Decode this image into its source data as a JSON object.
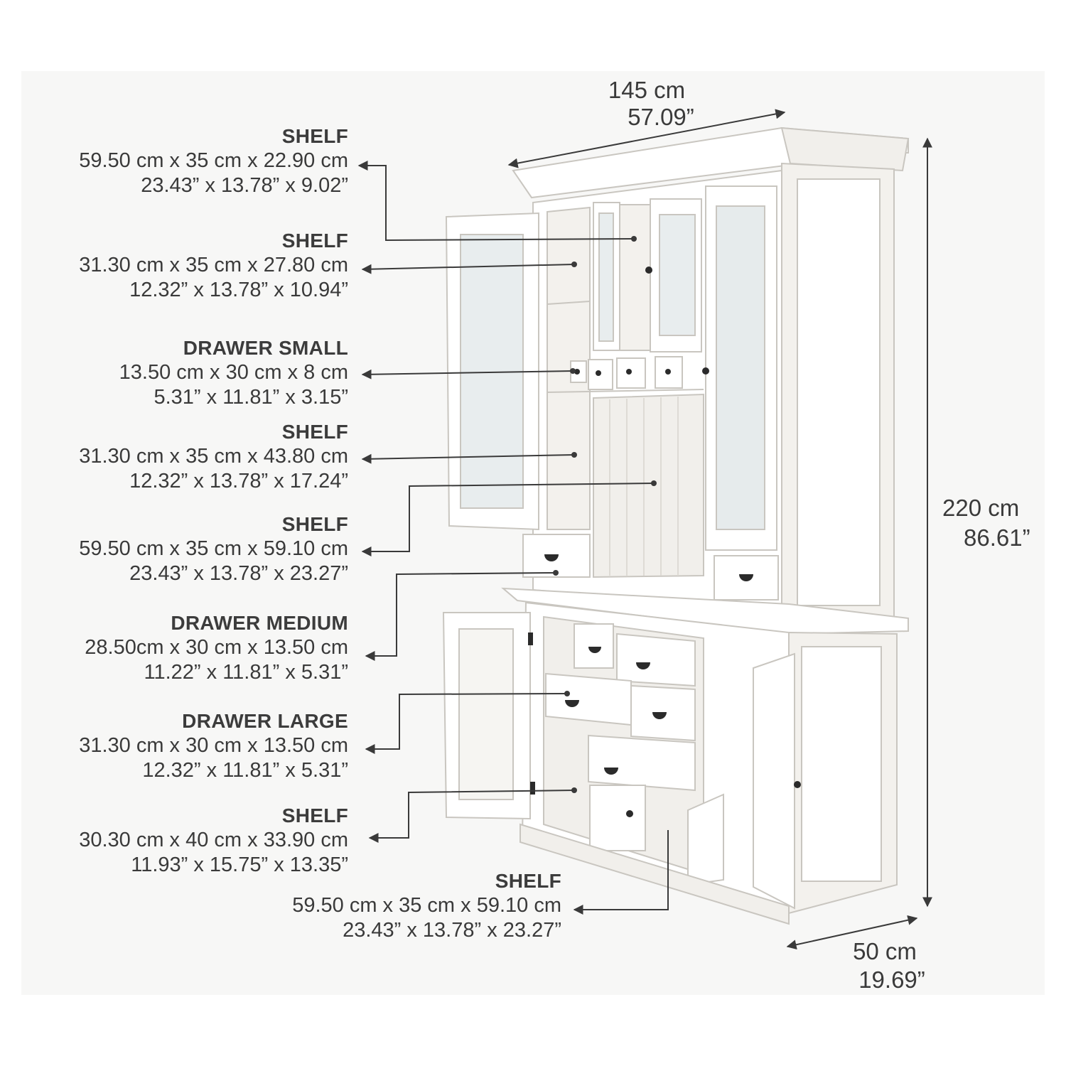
{
  "overall": {
    "width_cm": "145 cm",
    "width_in": "57.09”",
    "height_cm": "220 cm",
    "height_in": "86.61”",
    "depth_cm": "50 cm",
    "depth_in": "19.69”"
  },
  "callouts": [
    {
      "title": "SHELF",
      "metric": "59.50 cm x 35 cm x 22.90 cm",
      "imperial": "23.43” x 13.78” x 9.02”"
    },
    {
      "title": "SHELF",
      "metric": "31.30 cm x 35 cm x 27.80 cm",
      "imperial": "12.32” x 13.78” x 10.94”"
    },
    {
      "title": "DRAWER SMALL",
      "metric": "13.50 cm x 30 cm x 8 cm",
      "imperial": "5.31” x 11.81” x 3.15”"
    },
    {
      "title": "SHELF",
      "metric": "31.30 cm x 35 cm x 43.80 cm",
      "imperial": "12.32” x 13.78” x 17.24”"
    },
    {
      "title": "SHELF",
      "metric": "59.50 cm x 35 cm x 59.10 cm",
      "imperial": "23.43” x 13.78” x 23.27”"
    },
    {
      "title": "DRAWER MEDIUM",
      "metric": "28.50cm x 30 cm x 13.50 cm",
      "imperial": "11.22” x 11.81” x 5.31”"
    },
    {
      "title": "DRAWER LARGE",
      "metric": "31.30 cm x 30 cm x 13.50 cm",
      "imperial": "12.32” x 11.81” x 5.31”"
    },
    {
      "title": "SHELF",
      "metric": "30.30 cm x 40 cm x 33.90 cm",
      "imperial": "11.93” x 15.75” x 13.35”"
    },
    {
      "title": "SHELF",
      "metric": "59.50 cm x 35 cm x 59.10 cm",
      "imperial": "23.43” x 13.78” x 23.27”"
    }
  ],
  "colors": {
    "text": "#3a3a3a",
    "line": "#3a3a3a",
    "cabinet": "#ffffff",
    "cabinet_shade": "#eceae6",
    "cabinet_edge": "#c9c6c0",
    "backdrop": "#f7f7f6"
  }
}
